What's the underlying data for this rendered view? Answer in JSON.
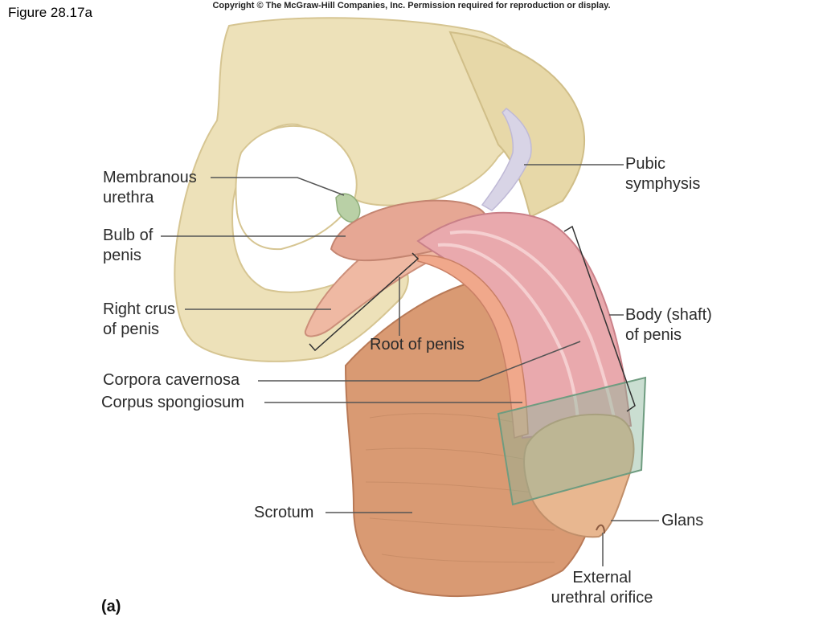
{
  "figure_label": "Figure 28.17a",
  "copyright": "Copyright © The McGraw-Hill Companies, Inc. Permission required for reproduction or display.",
  "panel_letter": "(a)",
  "colors": {
    "bone": "#ede1b9",
    "bone_shadow": "#d9c995",
    "tissue": "#e2a58b",
    "tissue_light": "#f1c3b2",
    "corpus": "#e9a9ad",
    "scrotum": "#d99a73",
    "skin": "#e8b790",
    "plane": "#8ab59a",
    "leader": "#555555"
  },
  "labels": {
    "membranous_urethra": [
      "Membranous",
      "urethra"
    ],
    "bulb_of_penis": [
      "Bulb of",
      "penis"
    ],
    "right_crus": [
      "Right crus",
      "of penis"
    ],
    "corpora_cavernosa": "Corpora cavernosa",
    "corpus_spongiosum": "Corpus spongiosum",
    "root_of_penis": "Root of penis",
    "scrotum": "Scrotum",
    "pubic_symphysis": [
      "Pubic",
      "symphysis"
    ],
    "body_shaft": [
      "Body (shaft)",
      "of penis"
    ],
    "glans": "Glans",
    "external_urethral_orifice": [
      "External",
      "urethral orifice"
    ]
  }
}
